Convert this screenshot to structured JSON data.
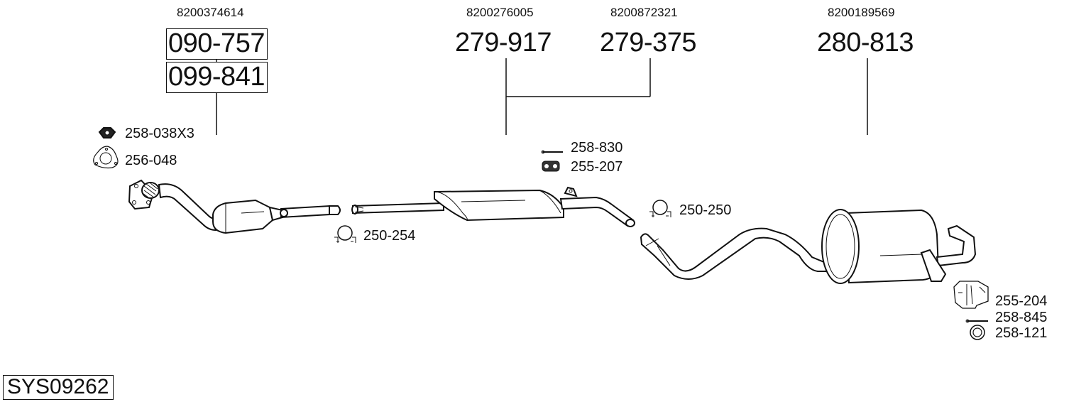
{
  "system_code": "SYS09262",
  "groups": [
    {
      "oe_number": "8200374614",
      "parts": [
        "090-757",
        "099-841"
      ],
      "boxed": true,
      "description": "front pipe / catalytic converter"
    },
    {
      "oe_number": "8200276005",
      "parts": [
        "279-917"
      ],
      "boxed": false,
      "description": "centre silencer"
    },
    {
      "oe_number": "8200872321",
      "parts": [
        "279-375"
      ],
      "boxed": false,
      "description": "centre silencer alt"
    },
    {
      "oe_number": "8200189569",
      "parts": [
        "280-813"
      ],
      "boxed": false,
      "description": "rear silencer"
    }
  ],
  "accessories": [
    {
      "code": "258-038X3",
      "icon": "nut-icon"
    },
    {
      "code": "256-048",
      "icon": "gasket-icon"
    },
    {
      "code": "250-254",
      "icon": "clamp-icon"
    },
    {
      "code": "258-830",
      "icon": "bolt-icon"
    },
    {
      "code": "255-207",
      "icon": "rubber-mount-icon"
    },
    {
      "code": "250-250",
      "icon": "clamp-icon"
    },
    {
      "code": "255-204",
      "icon": "bracket-icon"
    },
    {
      "code": "258-845",
      "icon": "bolt-icon"
    },
    {
      "code": "258-121",
      "icon": "washer-icon"
    }
  ]
}
